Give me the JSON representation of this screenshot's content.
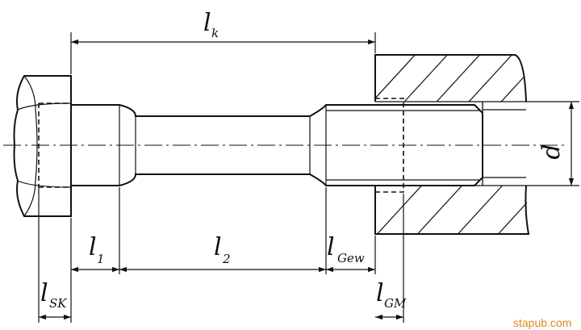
{
  "labels": {
    "lk": {
      "main": "l",
      "sub": "k"
    },
    "l1": {
      "main": "l",
      "sub": "1"
    },
    "l2": {
      "main": "l",
      "sub": "2"
    },
    "lgew": {
      "main": "l",
      "sub": "Gew"
    },
    "lsk": {
      "main": "l",
      "sub": "SK"
    },
    "lgm": {
      "main": "l",
      "sub": "GM"
    },
    "d": "d"
  },
  "watermark": {
    "text": "stapub.com",
    "color": "#d98b1a"
  },
  "colors": {
    "line": "#111111",
    "background": "#ffffff"
  }
}
